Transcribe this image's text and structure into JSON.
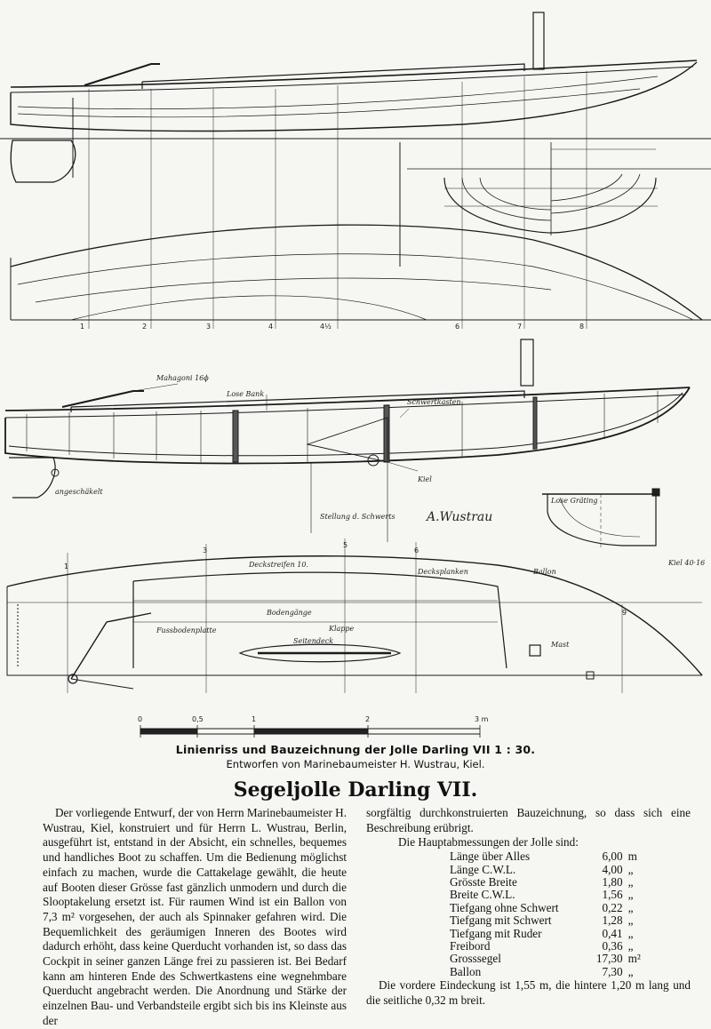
{
  "drawing_labels": {
    "mahagoni": "Mahagoni 16ϕ",
    "lose_bank": "Lose Bank",
    "schwertkasten": "Schwertkasten",
    "kiel": "Kiel",
    "signature": "A.Wustrau",
    "angeschaekelt": "angeschäkelt",
    "deckstreifen": "Deckstreifen 10.",
    "decksplanken": "Decksplanken",
    "bodengaenge": "Bodengänge",
    "klappe": "Klappe",
    "fussbodenplatte": "Fussbodenplatte",
    "ballon": "Ballon",
    "seitendeck": "Seitendeck",
    "stellung_schwert": "Stellung d. Schwerts",
    "mast_section": "Mast",
    "kiel_section": "Kiel 40·16",
    "lose_grating": "Lose Gräting",
    "scale_ticks": [
      "0",
      "0,5",
      "1",
      "2",
      "3 m"
    ],
    "station_numbers": [
      "1",
      "2",
      "3",
      "4",
      "5",
      "6",
      "7",
      "8",
      "9"
    ]
  },
  "caption": {
    "line1": "Linienriss und Bauzeichnung der Jolle Darling VII   1 : 30.",
    "line2": "Entworfen von Marinebaumeister H. Wustrau, Kiel."
  },
  "article": {
    "title": "Segeljolle Darling VII.",
    "left_text": "Der vorliegende Entwurf, der von Herrn Marinebaumeister H. Wustrau, Kiel, konstruiert und für Herrn L. Wustrau, Berlin, ausgeführt ist, entstand in der Absicht, ein schnelles, bequemes und handliches Boot zu schaffen. Um die Bedienung möglichst einfach zu machen, wurde die Cattakelage gewählt, die heute auf Booten dieser Grösse fast gänzlich unmodern und durch die Slooptakelung ersetzt ist. Für raumen Wind ist ein Ballon von 7,3 m² vorgesehen, der auch als Spinnaker gefahren wird. Die Bequemlichkeit des geräumigen Inneren des Bootes wird dadurch erhöht, dass keine Querducht vorhanden ist, so dass das Cockpit in seiner ganzen Länge frei zu passieren ist. Bei Bedarf kann am hinteren Ende des Schwertkastens eine wegnehmbare Querducht angebracht werden. Die Anordnung und Stärke der einzelnen Bau- und Verbandsteile ergibt sich bis ins Kleinste aus der",
    "right_intro": "sorgfältig durchkonstruierten Bauzeichnung, so dass sich eine Beschreibung erübrigt.",
    "right_dims_heading": "Die Hauptabmessungen der Jolle sind:",
    "dimensions": [
      {
        "label": "Länge über Alles",
        "value": "6,00",
        "unit": "m"
      },
      {
        "label": "Länge C.W.L.",
        "value": "4,00",
        "unit": "„"
      },
      {
        "label": "Grösste Breite",
        "value": "1,80",
        "unit": "„"
      },
      {
        "label": "Breite C.W.L.",
        "value": "1,56",
        "unit": "„"
      },
      {
        "label": "Tiefgang ohne Schwert",
        "value": "0,22",
        "unit": "„"
      },
      {
        "label": "Tiefgang mit Schwert",
        "value": "1,28",
        "unit": "„"
      },
      {
        "label": "Tiefgang mit Ruder",
        "value": "0,41",
        "unit": "„"
      },
      {
        "label": "Freibord",
        "value": "0,36",
        "unit": "„"
      },
      {
        "label": "Grosssegel",
        "value": "17,30",
        "unit": "m²"
      },
      {
        "label": "Ballon",
        "value": "7,30",
        "unit": "„"
      }
    ],
    "right_closing": "Die vordere Eindeckung ist 1,55 m, die hintere 1,20 m lang und die seitliche 0,32 m breit."
  }
}
